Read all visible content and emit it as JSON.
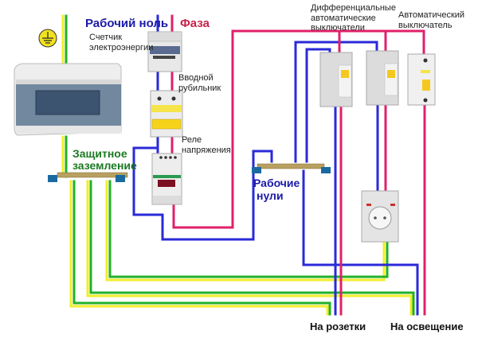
{
  "diagram": {
    "title": "Схема подключения электрощита",
    "colors": {
      "phase": "#e0206a",
      "neutral": "#2a2ad8",
      "ground_yellow": "#f2ee2a",
      "ground_green": "#22b02a",
      "label_blue": "#1a1aa8",
      "label_red": "#c8204a",
      "label_green": "#1b7a22"
    },
    "labels": {
      "working_neutral": "Рабочий ноль",
      "phase": "Фаза",
      "meter": [
        "Счетчик",
        "электроэнергии"
      ],
      "main_switch": [
        "Вводной",
        "рубильник"
      ],
      "voltage_relay": [
        "Реле",
        "напряжения"
      ],
      "protective_ground": [
        "Защитное",
        "заземление"
      ],
      "working_neutrals": [
        "Рабочие",
        "нули"
      ],
      "rcbo": [
        "Дифференциальные",
        "автоматические",
        "выключатели"
      ],
      "breaker": [
        "Автоматический",
        "выключатель"
      ],
      "to_sockets": "На розетки",
      "to_lighting": "На освещение"
    },
    "components": [
      {
        "id": "ground-symbol",
        "name": "Ground symbol"
      },
      {
        "id": "distribution-box",
        "name": "Distribution box"
      },
      {
        "id": "energy-meter",
        "name": "Energy meter"
      },
      {
        "id": "main-switch",
        "name": "Main switch (2-pole)"
      },
      {
        "id": "voltage-relay",
        "name": "Voltage relay"
      },
      {
        "id": "ground-bus",
        "name": "Ground bus bar"
      },
      {
        "id": "neutral-bus",
        "name": "Neutral bus bar"
      },
      {
        "id": "rcbo-1",
        "name": "RCBO 1"
      },
      {
        "id": "rcbo-2",
        "name": "RCBO 2"
      },
      {
        "id": "circuit-breaker",
        "name": "Circuit breaker"
      },
      {
        "id": "din-socket",
        "name": "DIN-rail socket"
      }
    ]
  }
}
